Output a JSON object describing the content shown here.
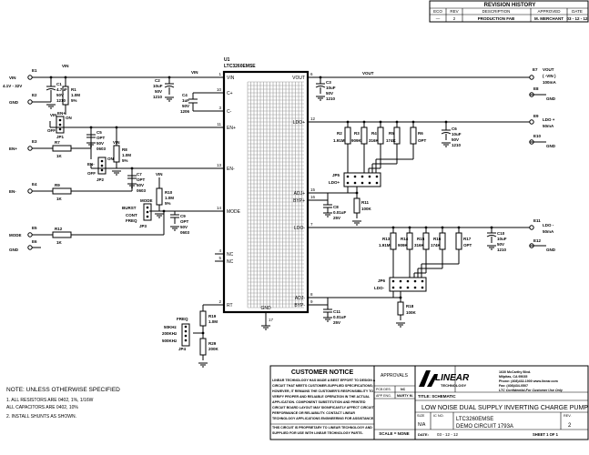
{
  "revision": {
    "title": "REVISION HISTORY",
    "headers": [
      "ECO",
      "REV",
      "DESCRIPTION",
      "APPROVED",
      "DATE"
    ],
    "row": [
      "—",
      "2",
      "PRODUCTION FAB",
      "M. MERCHANT",
      "03 - 12 - 12"
    ]
  },
  "ic": {
    "ref": "U1",
    "part": "LTC3260EMSE",
    "gnd": "GND",
    "ep": "17"
  },
  "pins": {
    "vin": {
      "num": "1",
      "name": "VIN"
    },
    "cplus": {
      "num": "10",
      "name": "C+"
    },
    "cminus": {
      "num": "3",
      "name": "C-"
    },
    "enplus": {
      "num": "11",
      "name": "EN+"
    },
    "enminus": {
      "num": "13",
      "name": "EN-"
    },
    "mode": {
      "num": "14",
      "name": "MODE"
    },
    "nc1": {
      "num": "4",
      "name": "NC"
    },
    "nc2": {
      "num": "5",
      "name": "NC"
    },
    "rt": {
      "num": "2",
      "name": "RT"
    },
    "vout": {
      "num": "6",
      "name": "VOUT"
    },
    "ldop": {
      "num": "12",
      "name": "LDO+"
    },
    "adjp": {
      "num": "15",
      "name": "ADJ+"
    },
    "bypp": {
      "num": "16",
      "name": "BYP+"
    },
    "ldom": {
      "num": "7",
      "name": "LDO-"
    },
    "adjm": {
      "num": "8",
      "name": "ADJ-"
    },
    "bypm": {
      "num": "9",
      "name": "BYP-"
    }
  },
  "nets": {
    "vin": "VIN",
    "vout": "VOUT"
  },
  "turrets": {
    "e1": {
      "ref": "E1",
      "label": "VIN",
      "sub": "4.1V - 32V"
    },
    "e2": {
      "ref": "E2",
      "label": "GND"
    },
    "e3": {
      "ref": "E3",
      "label": "EN+"
    },
    "e4": {
      "ref": "E4",
      "label": "EN-"
    },
    "e5": {
      "ref": "E5",
      "label": "MODE"
    },
    "e6": {
      "ref": "E6",
      "label": "GND"
    },
    "e7": {
      "ref": "E7",
      "label": "VOUT",
      "sub": "( -VIN )",
      "sub2": "100mA"
    },
    "e8": {
      "ref": "E8",
      "label": "GND"
    },
    "e9": {
      "ref": "E9",
      "label": "LDO +",
      "sub": "50mA"
    },
    "e10": {
      "ref": "E10",
      "label": "GND"
    },
    "e11": {
      "ref": "E11",
      "label": "LDO -",
      "sub": "50mA"
    },
    "e12": {
      "ref": "E12",
      "label": "GND"
    }
  },
  "parts": {
    "c1": [
      "C1",
      "4.7uF",
      "50V",
      "1210"
    ],
    "r1": [
      "R1",
      "1.0M",
      "5%"
    ],
    "c2": [
      "C2",
      "10uF",
      "50V",
      "1210"
    ],
    "c4": [
      "C4",
      "1uF",
      "50V",
      "1206"
    ],
    "c3": [
      "C3",
      "10uF",
      "50V",
      "1210"
    ],
    "c5": [
      "C5",
      "OPT",
      "50V",
      "0603"
    ],
    "r7": [
      "R7",
      "1K"
    ],
    "r8": [
      "R8",
      "1.0M",
      "5%"
    ],
    "c7": [
      "C7",
      "OPT",
      "50V",
      "0603"
    ],
    "r9": [
      "R9",
      "1K"
    ],
    "r10": [
      "R10",
      "1.0M",
      "5%"
    ],
    "c9": [
      "C9",
      "OPT",
      "50V",
      "0603"
    ],
    "r12": [
      "R12",
      "1K"
    ],
    "r19": [
      "R19",
      "1.0M"
    ],
    "r29": [
      "R29",
      "200K"
    ],
    "r2": [
      "R2",
      "1.91M"
    ],
    "r3": [
      "R3",
      "909K"
    ],
    "r4": [
      "R4",
      "316K"
    ],
    "r5": [
      "R5",
      "174K"
    ],
    "r6": [
      "R6",
      "OPT"
    ],
    "c6": [
      "C6",
      "10uF",
      "50V",
      "1210"
    ],
    "r11": [
      "R11",
      "100K"
    ],
    "c8": [
      "C8",
      "0.01uF",
      "25V"
    ],
    "r13": [
      "R13",
      "1.91M"
    ],
    "r14": [
      "R14",
      "909K"
    ],
    "r15": [
      "R15",
      "316K"
    ],
    "r16": [
      "R16",
      "174K"
    ],
    "r17": [
      "R17",
      "OPT"
    ],
    "c10": [
      "C10",
      "10uF",
      "50V",
      "1210"
    ],
    "r18": [
      "R18",
      "100K"
    ],
    "c11": [
      "C11",
      "0.01uF",
      "25V"
    ]
  },
  "jumpers": {
    "jp1": {
      "ref": "JP1",
      "top": "ON",
      "bot": "OFF",
      "mid": "EN+"
    },
    "jp2": {
      "ref": "JP2",
      "top": "ON",
      "bot": "OFF",
      "mid": "EN-"
    },
    "jp3": {
      "ref": "JP3",
      "top": "MODE",
      "bot": "BURST",
      "mid": "CONT",
      "mid2": "FREQ"
    },
    "jp4": {
      "ref": "JP4",
      "top": "FREQ",
      "opt": [
        "50KHz",
        "200KHz",
        "500KHz"
      ]
    },
    "jp5": {
      "ref": "JP5",
      "label": "LDO+"
    },
    "jp6": {
      "ref": "JP6",
      "label": "LDO-"
    }
  },
  "notes": {
    "title": "NOTE: UNLESS OTHERWISE SPECIFIED",
    "lines": [
      "1. ALL RESISTORS ARE 0402, 1%, 1/16W",
      "   ALL CAPACITORS ARE 0402, 10%",
      "2. INSTALL SHUNTS AS SHOWN."
    ]
  },
  "notice": {
    "title": "CUSTOMER NOTICE",
    "body": [
      "LINEAR TECHNOLOGY HAS MADE A BEST EFFORT TO DESIGN A",
      "CIRCUIT THAT MEETS CUSTOMER-SUPPLIED SPECIFICATIONS;",
      "HOWEVER, IT REMAINS THE CUSTOMER'S RESPONSIBILITY TO",
      "VERIFY PROPER AND RELIABLE OPERATION IN THE ACTUAL",
      "APPLICATION. COMPONENT SUBSTITUTION AND PRINTED",
      "CIRCUIT BOARD LAYOUT MAY SIGNIFICANTLY AFFECT CIRCUIT",
      "PERFORMANCE OR RELIABILITY. CONTACT LINEAR",
      "TECHNOLOGY APPLICATIONS ENGINEERING FOR ASSISTANCE."
    ],
    "prop": [
      "THIS CIRCUIT IS PROPRIETARY TO LINEAR TECHNOLOGY AND",
      "SUPPLIED FOR USE WITH LINEAR TECHNOLOGY PARTS."
    ]
  },
  "approvals": {
    "title": "APPROVALS",
    "pcb_label": "PCB DES.",
    "pcb_val": "NC",
    "app_label": "APP ENG.",
    "app_val": "MARTY M."
  },
  "company": {
    "logo": "LINEAR",
    "logo_sub": "TECHNOLOGY",
    "address": [
      "1630 McCarthy Blvd.",
      "Milpitas, CA 95035",
      "Phone: (408)432-1900  www.linear.com",
      "Fax: (408)434-0507"
    ],
    "conf": "LTC Confidential-For Customer Use Only"
  },
  "titleblock": {
    "title_label": "TITLE: SCHEMATIC",
    "title": "LOW NOISE DUAL SUPPLY INVERTING CHARGE PUMP",
    "size_label": "SIZE",
    "size": "N/A",
    "icno_label": "IC NO.",
    "icno": "LTC3260EMSE",
    "demo": "DEMO CIRCUIT 1793A",
    "rev_label": "REV.",
    "rev": "2",
    "scale": "SCALE = NONE",
    "date_label": "DATE:",
    "date": "03 - 12 - 12",
    "sheet": "SHEET   1   OF   1"
  }
}
